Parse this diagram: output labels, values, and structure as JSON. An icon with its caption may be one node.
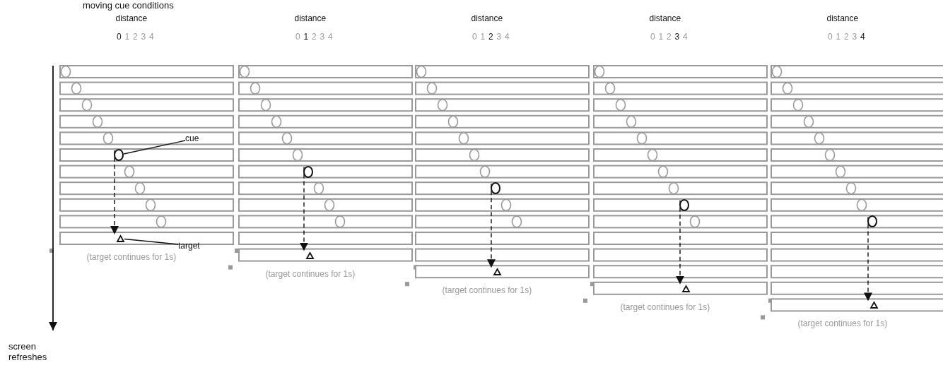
{
  "diagram": {
    "title": "moving cue conditions",
    "nodes": [
      {
        "text": [
          "cue"
        ]
      },
      {
        "text": [
          "target"
        ]
      },
      {
        "text": [],
        "shape": "circle"
      },
      {
        "text": [],
        "shape": "triangle"
      },
      {
        "text": [],
        "shape": "circle"
      },
      {
        "text": [],
        "shape": "triangle"
      },
      {
        "text": [],
        "shape": "circle"
      },
      {
        "text": [],
        "shape": "triangle"
      },
      {
        "text": [],
        "shape": "circle"
      },
      {
        "text": [],
        "shape": "triangle"
      },
      {
        "text": [],
        "shape": "circle"
      },
      {
        "text": [],
        "shape": "triangle"
      }
    ],
    "edges": [
      {
        "from": 0,
        "to": 2,
        "arrow": "none"
      },
      {
        "from": 1,
        "to": 3,
        "arrow": "none"
      },
      {
        "from": 2,
        "to": 3,
        "arrow": "to",
        "style": "dashed"
      },
      {
        "from": 4,
        "to": 5,
        "arrow": "to",
        "style": "dashed"
      },
      {
        "from": 6,
        "to": 7,
        "arrow": "to",
        "style": "dashed"
      },
      {
        "from": 8,
        "to": 9,
        "arrow": "to",
        "style": "dashed"
      },
      {
        "from": 10,
        "to": 11,
        "arrow": "to",
        "style": "dashed"
      }
    ],
    "labels": [
      "distance",
      "0",
      "1",
      "2",
      "3",
      "4",
      "distance",
      "0",
      "1",
      "2",
      "3",
      "4",
      "distance",
      "0",
      "1",
      "2",
      "3",
      "4",
      "distance",
      "0",
      "1",
      "2",
      "3",
      "4",
      "distance",
      "0",
      "1",
      "2",
      "3",
      "4",
      "(target continues for 1s)",
      "(target continues for 1s)",
      "(target continues for 1s)",
      "(target continues for 1s)",
      "(target continues for 1s)",
      "screen refreshes"
    ]
  }
}
